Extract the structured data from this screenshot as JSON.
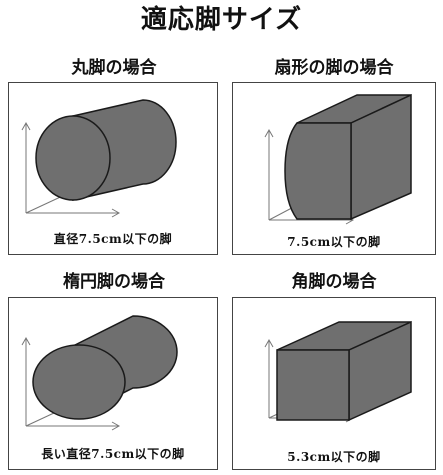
{
  "page": {
    "title": "適応脚サイズ"
  },
  "panels": [
    {
      "heading": "丸脚の場合",
      "caption": "直径7.5cm以下の脚",
      "shape": "cylinder"
    },
    {
      "heading": "扇形の脚の場合",
      "caption": "7.5cm以下の脚",
      "shape": "rounded-prism"
    },
    {
      "heading": "楕円脚の場合",
      "caption": "長い直径7.5cm以下の脚",
      "shape": "elliptic-cylinder"
    },
    {
      "heading": "角脚の場合",
      "caption": "5.3cm以下の脚",
      "shape": "rectangular-prism"
    }
  ],
  "colors": {
    "shape_fill": "#6f6f6f",
    "shape_stroke": "#1a1a1a",
    "axis": "#777777",
    "panel_border": "#444444"
  }
}
